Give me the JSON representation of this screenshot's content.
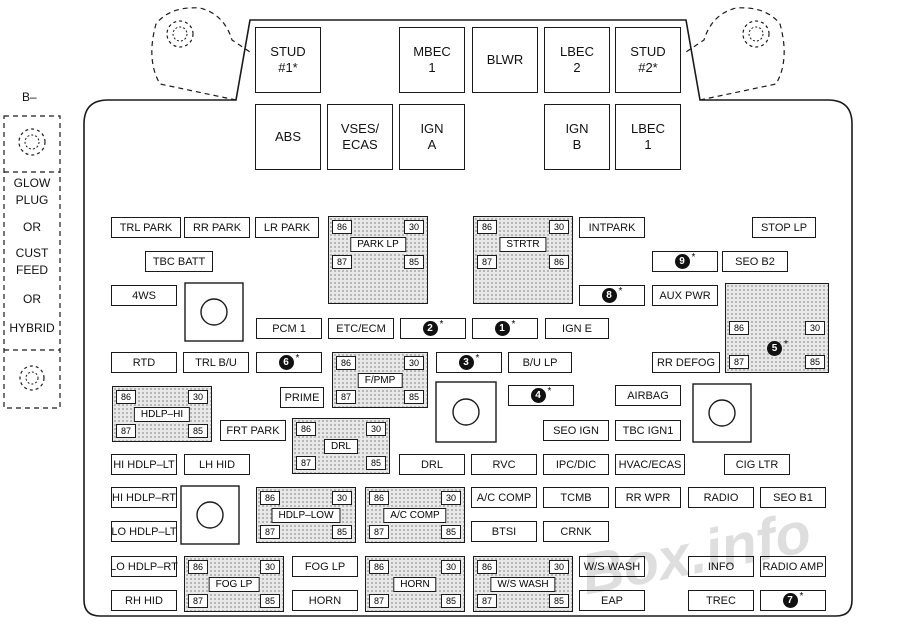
{
  "side": {
    "b_label": "B–",
    "text_lines": [
      "GLOW",
      "PLUG",
      "OR",
      "CUST",
      "FEED",
      "OR",
      "HYBRID"
    ]
  },
  "big_relays": {
    "top": [
      {
        "id": "stud1",
        "label": "STUD\n#1*"
      },
      {
        "id": "mbec1",
        "label": "MBEC\n1"
      },
      {
        "id": "blwr",
        "label": "BLWR"
      },
      {
        "id": "lbec2",
        "label": "LBEC\n2"
      },
      {
        "id": "stud2",
        "label": "STUD\n#2*"
      }
    ],
    "bottom": [
      {
        "id": "abs",
        "label": "ABS"
      },
      {
        "id": "vses",
        "label": "VSES/\nECAS"
      },
      {
        "id": "igna",
        "label": "IGN\nA"
      },
      {
        "id": "ignb",
        "label": "IGN\nB"
      },
      {
        "id": "lbec1",
        "label": "LBEC\n1"
      }
    ]
  },
  "fuses": [
    {
      "id": "trl-park",
      "label": "TRL PARK"
    },
    {
      "id": "rr-park",
      "label": "RR PARK"
    },
    {
      "id": "lr-park",
      "label": "LR PARK"
    },
    {
      "id": "intpark",
      "label": "INTPARK"
    },
    {
      "id": "stop-lp",
      "label": "STOP LP"
    },
    {
      "id": "tbc-batt",
      "label": "TBC BATT"
    },
    {
      "id": "seo-b2",
      "label": "SEO B2"
    },
    {
      "id": "4ws",
      "label": "4WS"
    },
    {
      "id": "aux-pwr",
      "label": "AUX PWR"
    },
    {
      "id": "pcm1",
      "label": "PCM 1"
    },
    {
      "id": "etc-ecm",
      "label": "ETC/ECM"
    },
    {
      "id": "ign-e",
      "label": "IGN E"
    },
    {
      "id": "rtd",
      "label": "RTD"
    },
    {
      "id": "trl-bu",
      "label": "TRL B/U"
    },
    {
      "id": "bu-lp",
      "label": "B/U LP"
    },
    {
      "id": "rr-defog",
      "label": "RR DEFOG"
    },
    {
      "id": "prime",
      "label": "PRIME"
    },
    {
      "id": "airbag",
      "label": "AIRBAG"
    },
    {
      "id": "frt-park",
      "label": "FRT PARK"
    },
    {
      "id": "seo-ign",
      "label": "SEO IGN"
    },
    {
      "id": "tbc-ign1",
      "label": "TBC IGN1"
    },
    {
      "id": "hi-hdlp-lt",
      "label": "HI HDLP–LT"
    },
    {
      "id": "lh-hid",
      "label": "LH HID"
    },
    {
      "id": "drl-fuse",
      "label": "DRL"
    },
    {
      "id": "rvc",
      "label": "RVC"
    },
    {
      "id": "ipc-dic",
      "label": "IPC/DIC"
    },
    {
      "id": "hvac-ecas",
      "label": "HVAC/ECAS"
    },
    {
      "id": "cig-ltr",
      "label": "CIG LTR"
    },
    {
      "id": "hi-hdlp-rt",
      "label": "HI HDLP–RT"
    },
    {
      "id": "ac-comp-fuse",
      "label": "A/C COMP"
    },
    {
      "id": "tcmb",
      "label": "TCMB"
    },
    {
      "id": "rr-wpr",
      "label": "RR WPR"
    },
    {
      "id": "radio",
      "label": "RADIO"
    },
    {
      "id": "seo-b1",
      "label": "SEO B1"
    },
    {
      "id": "lo-hdlp-lt",
      "label": "LO HDLP–LT"
    },
    {
      "id": "btsi",
      "label": "BTSI"
    },
    {
      "id": "crnk",
      "label": "CRNK"
    },
    {
      "id": "lo-hdlp-rt",
      "label": "LO HDLP–RT"
    },
    {
      "id": "fog-lp-fuse",
      "label": "FOG LP"
    },
    {
      "id": "ws-wash-fuse",
      "label": "W/S WASH"
    },
    {
      "id": "info",
      "label": "INFO"
    },
    {
      "id": "radio-amp",
      "label": "RADIO AMP"
    },
    {
      "id": "rh-hid",
      "label": "RH HID"
    },
    {
      "id": "horn-fuse",
      "label": "HORN"
    },
    {
      "id": "eap",
      "label": "EAP"
    },
    {
      "id": "trec",
      "label": "TREC"
    }
  ],
  "numbered": [
    {
      "id": "n9",
      "num": "9",
      "star": "*"
    },
    {
      "id": "n8",
      "num": "8",
      "star": "*"
    },
    {
      "id": "n2",
      "num": "2",
      "star": "*"
    },
    {
      "id": "n1",
      "num": "1",
      "star": "*"
    },
    {
      "id": "n6",
      "num": "6",
      "star": "*"
    },
    {
      "id": "n3",
      "num": "3",
      "star": "*"
    },
    {
      "id": "n4",
      "num": "4",
      "star": "*"
    },
    {
      "id": "n7",
      "num": "7",
      "star": "*"
    }
  ],
  "relay_blocks": [
    {
      "id": "park-lp",
      "label": "PARK LP",
      "pins": [
        "86",
        "30",
        "87",
        "85"
      ]
    },
    {
      "id": "strtr",
      "label": "STRTR",
      "pins": [
        "86",
        "30",
        "87",
        "86"
      ]
    },
    {
      "id": "relay5",
      "label": "",
      "num": "5",
      "star": "*",
      "pins": [
        "86",
        "30",
        "87",
        "85"
      ]
    },
    {
      "id": "f-pmp",
      "label": "F/PMP",
      "pins": [
        "86",
        "30",
        "87",
        "85"
      ]
    },
    {
      "id": "hdlp-hi",
      "label": "HDLP–HI",
      "pins": [
        "86",
        "30",
        "87",
        "85"
      ]
    },
    {
      "id": "drl-relay",
      "label": "DRL",
      "pins": [
        "86",
        "30",
        "87",
        "85"
      ]
    },
    {
      "id": "hdlp-low",
      "label": "HDLP–LOW",
      "pins": [
        "86",
        "30",
        "87",
        "85"
      ]
    },
    {
      "id": "ac-comp-relay",
      "label": "A/C COMP",
      "pins": [
        "86",
        "30",
        "87",
        "85"
      ]
    },
    {
      "id": "fog-lp-relay",
      "label": "FOG LP",
      "pins": [
        "86",
        "30",
        "87",
        "85"
      ]
    },
    {
      "id": "horn-relay",
      "label": "HORN",
      "pins": [
        "86",
        "30",
        "87",
        "85"
      ]
    },
    {
      "id": "ws-wash-relay",
      "label": "W/S WASH",
      "pins": [
        "86",
        "30",
        "87",
        "85"
      ]
    }
  ],
  "watermark": "Box.info"
}
